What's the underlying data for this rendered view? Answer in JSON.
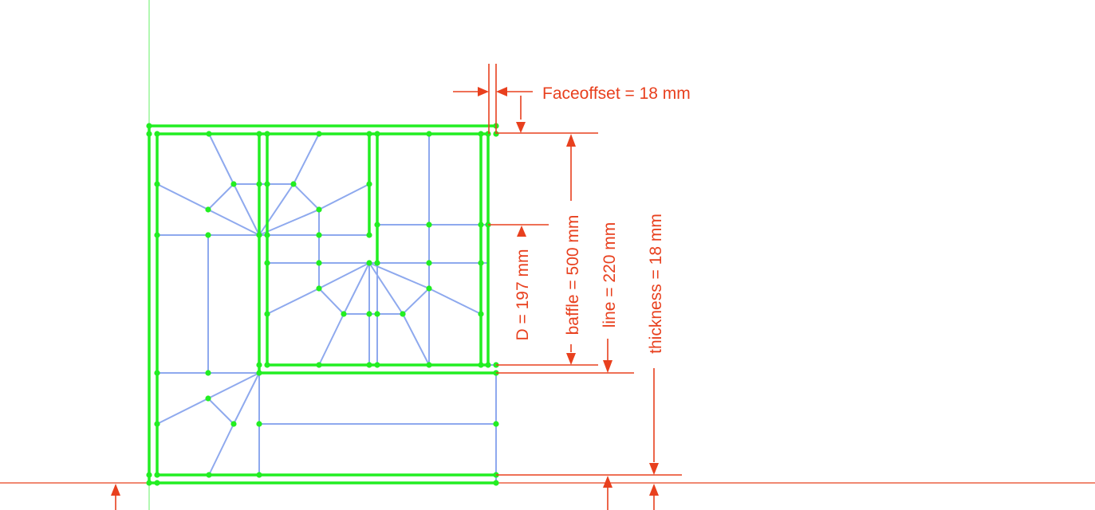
{
  "colors": {
    "background": "#ffffff",
    "dimension": "#e8401e",
    "outline": "#22ee22",
    "mesh": "#8ea9ee",
    "node": "#22ee22",
    "axis_red": "#e8401e",
    "axis_green": "#7ff27f"
  },
  "dimensions": {
    "faceoffset": "Faceoffset = 18 mm",
    "d": "D = 197 mm",
    "baffle": "baffle = 500 mm",
    "line": "line = 220 mm",
    "thickness": "thickness = 18 mm"
  }
}
